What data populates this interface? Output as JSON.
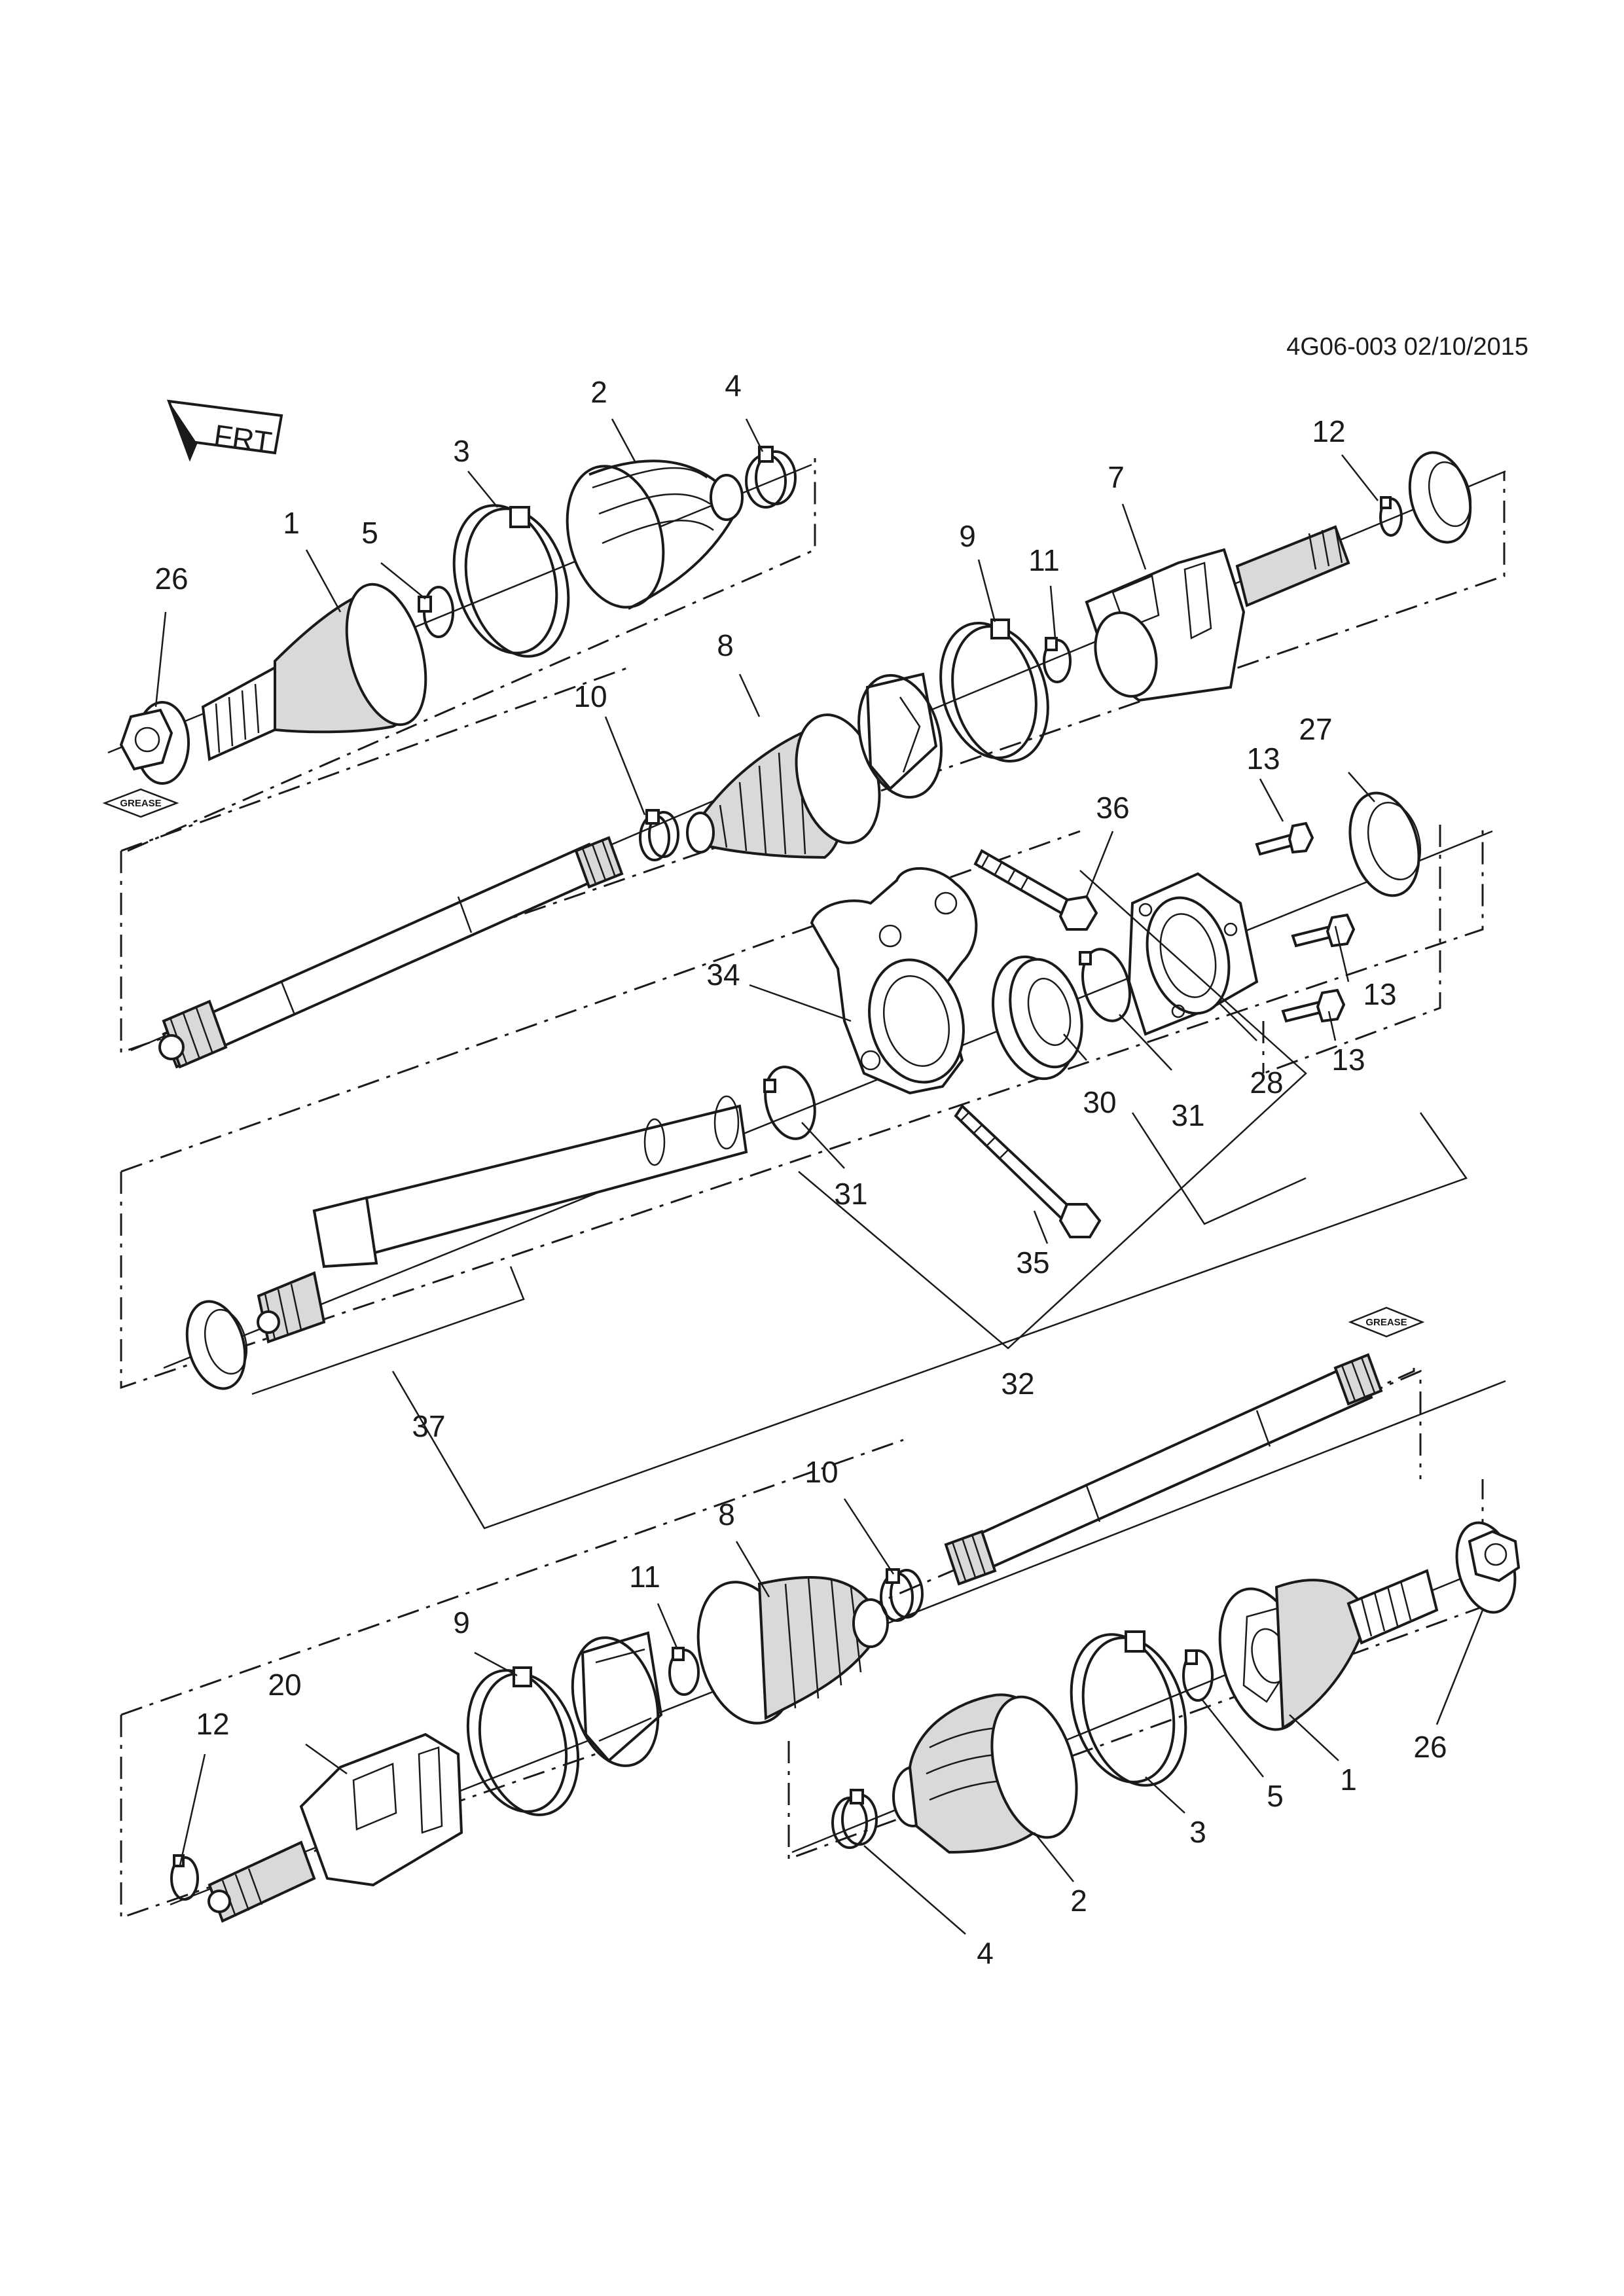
{
  "document_id": "4G06-003 02/10/2015",
  "direction_label": "FRT",
  "grease_label": "GREASE",
  "callouts": {
    "upper_shaft": [
      "26",
      "1",
      "5",
      "3",
      "2",
      "4",
      "10",
      "8",
      "9",
      "11",
      "7",
      "12"
    ],
    "intermediate": [
      "13",
      "27",
      "36",
      "34",
      "13",
      "13",
      "30",
      "31",
      "28",
      "31",
      "35",
      "32",
      "37"
    ],
    "lower_shaft": [
      "12",
      "20",
      "9",
      "11",
      "8",
      "10",
      "4",
      "2",
      "3",
      "5",
      "1",
      "26"
    ]
  },
  "colors": {
    "line": "#1a1a1a",
    "shade": "#d9d9d9",
    "background": "#ffffff"
  }
}
